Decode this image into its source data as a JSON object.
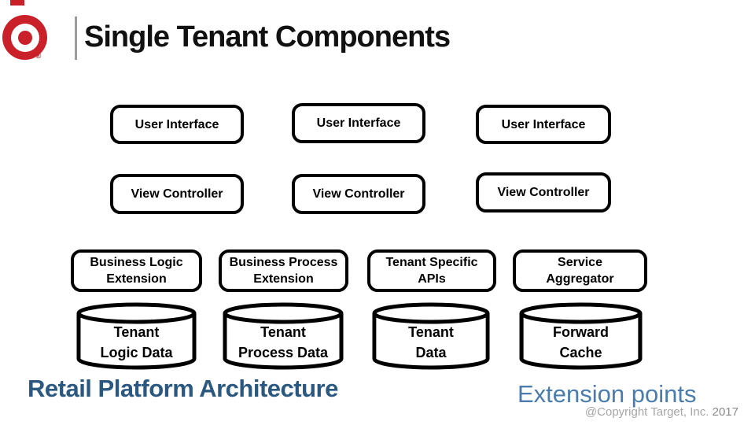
{
  "header": {
    "title": "Single Tenant Components",
    "logo": "target-bullseye-logo",
    "registered_mark": "®"
  },
  "diagram": {
    "top_columns": [
      {
        "ui": "User Interface",
        "vc": "View Controller"
      },
      {
        "ui": "User Interface",
        "vc": "View Controller"
      },
      {
        "ui": "User Interface",
        "vc": "View Controller"
      }
    ],
    "extensions": [
      {
        "line1": "Business Logic",
        "line2": "Extension"
      },
      {
        "line1": "Business Process",
        "line2": "Extension"
      },
      {
        "line1": "Tenant Specific",
        "line2": "APIs"
      },
      {
        "line1": "Service",
        "line2": "Aggregator"
      }
    ],
    "datastores": [
      {
        "line1": "Tenant",
        "line2": "Logic Data"
      },
      {
        "line1": "Tenant",
        "line2": "Process Data"
      },
      {
        "line1": "Tenant",
        "line2": "Data"
      },
      {
        "line1": "Forward",
        "line2": "Cache"
      }
    ]
  },
  "footer": {
    "left_label": "Retail Platform Architecture",
    "right_label": "Extension points",
    "copyright_prefix": "@Copyright Target, Inc.",
    "copyright_year": "2017"
  },
  "colors": {
    "target_red": "#c9202a",
    "footer_left_blue": "#2a5880",
    "footer_right_blue": "#4a7cae",
    "copyright_gray": "#a6a6a6"
  }
}
